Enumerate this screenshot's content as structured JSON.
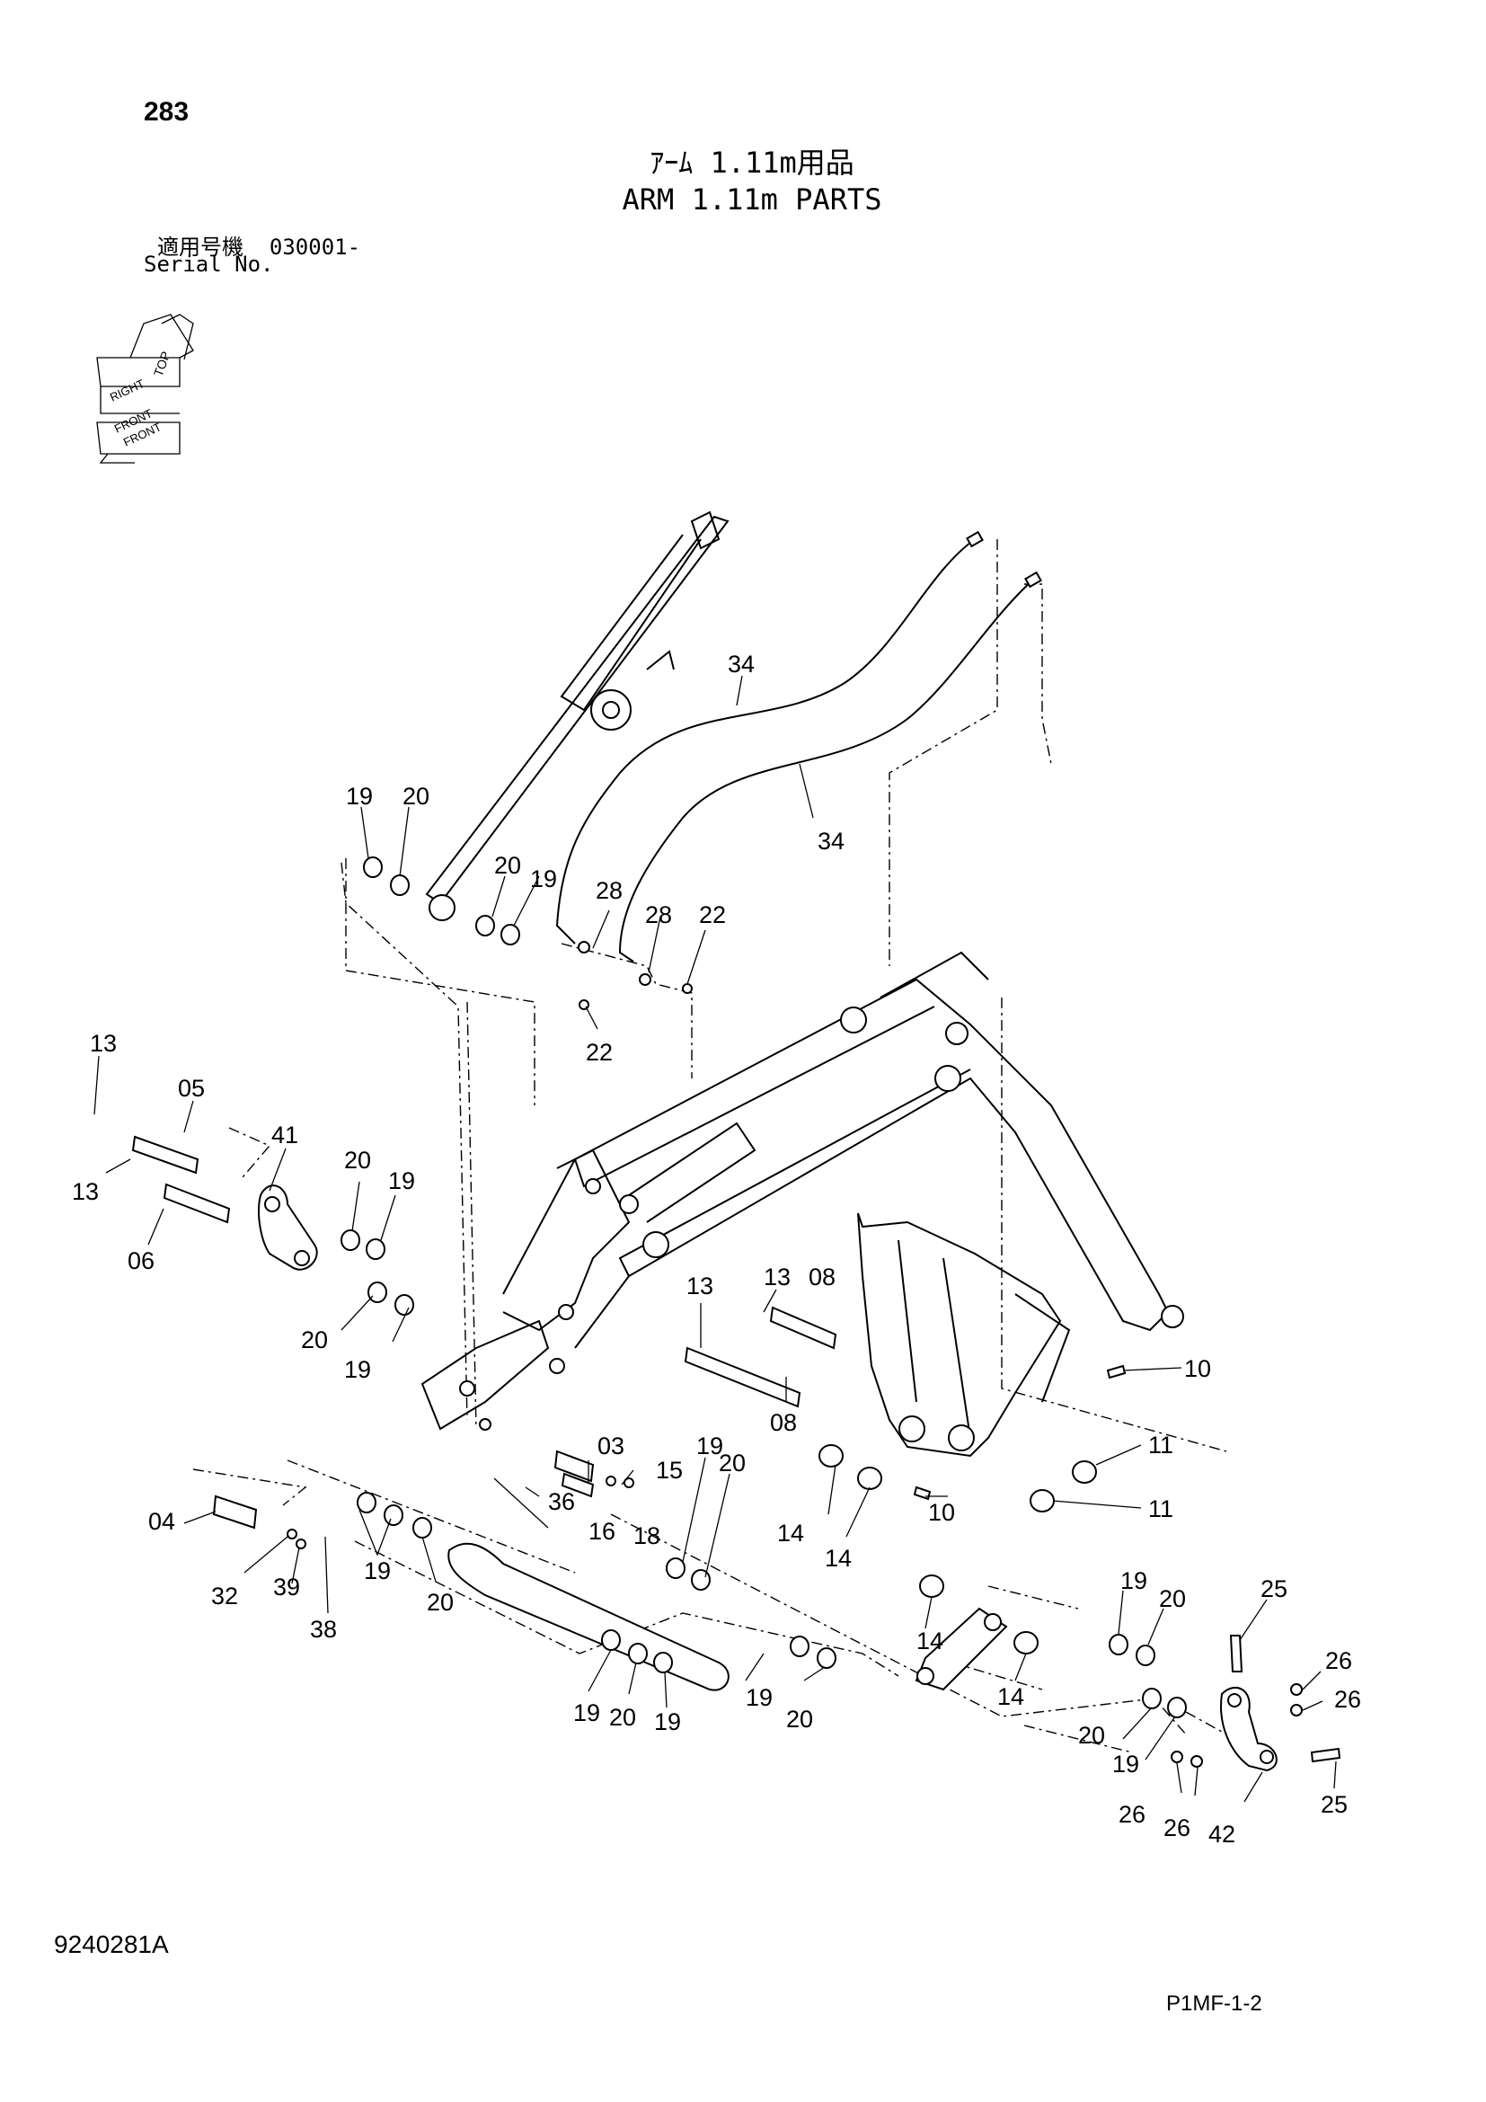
{
  "header": {
    "page_number": "283",
    "title_jp": "ｱｰﾑ 1.11m用品",
    "title_en": "ARM 1.11m PARTS",
    "serial_label_jp": "適用号機",
    "serial_value": "030001-",
    "serial_label_en": "Serial No."
  },
  "orientation": {
    "labels": [
      "TOP",
      "RIGHT",
      "FRONT",
      "FRONT"
    ]
  },
  "callouts": [
    {
      "id": "c-34a",
      "label": "34"
    },
    {
      "id": "c-34b",
      "label": "34"
    },
    {
      "id": "c-19a",
      "label": "19"
    },
    {
      "id": "c-20a",
      "label": "20"
    },
    {
      "id": "c-20b",
      "label": "20"
    },
    {
      "id": "c-19b",
      "label": "19"
    },
    {
      "id": "c-28a",
      "label": "28"
    },
    {
      "id": "c-28b",
      "label": "28"
    },
    {
      "id": "c-22a",
      "label": "22"
    },
    {
      "id": "c-22b",
      "label": "22"
    },
    {
      "id": "c-13a",
      "label": "13"
    },
    {
      "id": "c-05",
      "label": "05"
    },
    {
      "id": "c-13b",
      "label": "13"
    },
    {
      "id": "c-06",
      "label": "06"
    },
    {
      "id": "c-41",
      "label": "41"
    },
    {
      "id": "c-20c",
      "label": "20"
    },
    {
      "id": "c-19c",
      "label": "19"
    },
    {
      "id": "c-20d",
      "label": "20"
    },
    {
      "id": "c-19d",
      "label": "19"
    },
    {
      "id": "c-13c",
      "label": "13"
    },
    {
      "id": "c-08a",
      "label": "08"
    },
    {
      "id": "c-13d",
      "label": "13"
    },
    {
      "id": "c-10a",
      "label": "10"
    },
    {
      "id": "c-08b",
      "label": "08"
    },
    {
      "id": "c-03",
      "label": "03"
    },
    {
      "id": "c-15",
      "label": "15"
    },
    {
      "id": "c-36",
      "label": "36"
    },
    {
      "id": "c-11a",
      "label": "11"
    },
    {
      "id": "c-11b",
      "label": "11"
    },
    {
      "id": "c-04",
      "label": "04"
    },
    {
      "id": "c-16",
      "label": "16"
    },
    {
      "id": "c-18",
      "label": "18"
    },
    {
      "id": "c-14a",
      "label": "14"
    },
    {
      "id": "c-14b",
      "label": "14"
    },
    {
      "id": "c-10b",
      "label": "10"
    },
    {
      "id": "c-19e",
      "label": "19"
    },
    {
      "id": "c-20e",
      "label": "20"
    },
    {
      "id": "c-32",
      "label": "32"
    },
    {
      "id": "c-39",
      "label": "39"
    },
    {
      "id": "c-38",
      "label": "38"
    },
    {
      "id": "c-19f",
      "label": "19"
    },
    {
      "id": "c-20f",
      "label": "20"
    },
    {
      "id": "c-19g",
      "label": "19"
    },
    {
      "id": "c-20g",
      "label": "20"
    },
    {
      "id": "c-25a",
      "label": "25"
    },
    {
      "id": "c-14c",
      "label": "14"
    },
    {
      "id": "c-14d",
      "label": "14"
    },
    {
      "id": "c-26a",
      "label": "26"
    },
    {
      "id": "c-26b",
      "label": "26"
    },
    {
      "id": "c-19h",
      "label": "19"
    },
    {
      "id": "c-20h",
      "label": "20"
    },
    {
      "id": "c-19i",
      "label": "19"
    },
    {
      "id": "c-20i",
      "label": "20"
    },
    {
      "id": "c-19j",
      "label": "19"
    },
    {
      "id": "c-20j",
      "label": "20"
    },
    {
      "id": "c-19k",
      "label": "19"
    },
    {
      "id": "c-25b",
      "label": "25"
    },
    {
      "id": "c-26c",
      "label": "26"
    },
    {
      "id": "c-26d",
      "label": "26"
    },
    {
      "id": "c-42",
      "label": "42"
    }
  ],
  "footer": {
    "doc_code": "9240281A",
    "page_code": "P1MF-1-2"
  }
}
